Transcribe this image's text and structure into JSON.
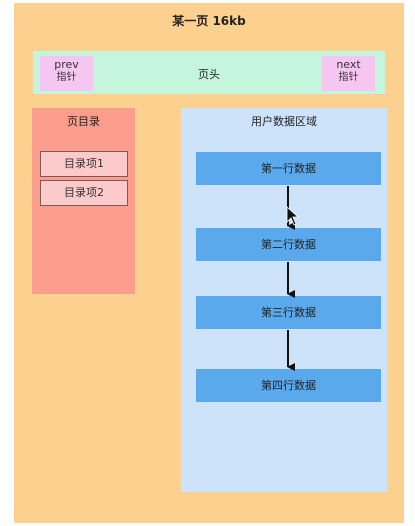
{
  "page": {
    "title": "某一页 16kb"
  },
  "header": {
    "label": "页头",
    "prev": {
      "line1": "prev",
      "line2": "指针"
    },
    "next": {
      "line1": "next",
      "line2": "指针"
    }
  },
  "directory": {
    "title": "页目录",
    "items": [
      "目录项1",
      "目录项2"
    ]
  },
  "user_area": {
    "title": "用户数据区域",
    "rows": [
      "第一行数据",
      "第二行数据",
      "第三行数据",
      "第四行数据"
    ]
  },
  "colors": {
    "page": "#fcd08e",
    "header": "#c5f5dd",
    "pointer": "#f6c6f2",
    "directory": "#fb9d8c",
    "directory_item": "#fccaca",
    "user_area": "#cde3fa",
    "row": "#5aa9ec"
  }
}
